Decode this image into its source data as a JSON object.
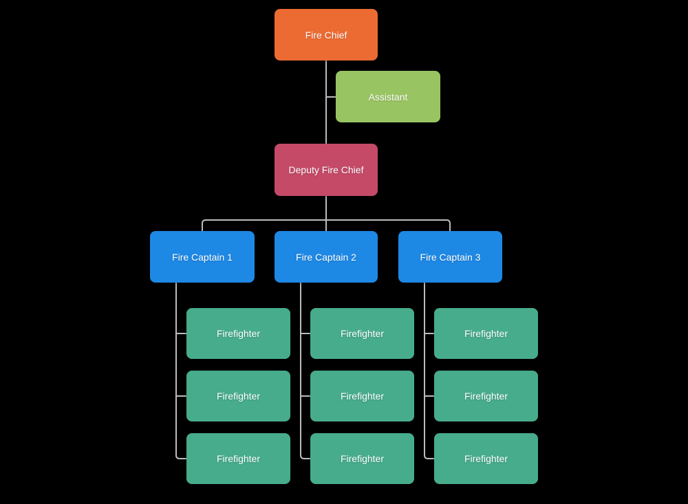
{
  "canvas": {
    "background": "#000000",
    "connector_color": "#bdbdbd"
  },
  "org": {
    "fire_chief": {
      "label": "Fire Chief",
      "color": "#ec6b33"
    },
    "assistant": {
      "label": "Assistant",
      "color": "#99c462"
    },
    "deputy_fire_chief": {
      "label": "Deputy Fire Chief",
      "color": "#c44a68"
    },
    "captain_color": "#1e88e5",
    "firefighter_color": "#47ac8c",
    "captains": [
      {
        "label": "Fire Captain 1",
        "firefighters": [
          {
            "label": "Firefighter"
          },
          {
            "label": "Firefighter"
          },
          {
            "label": "Firefighter"
          }
        ]
      },
      {
        "label": "Fire Captain 2",
        "firefighters": [
          {
            "label": "Firefighter"
          },
          {
            "label": "Firefighter"
          },
          {
            "label": "Firefighter"
          }
        ]
      },
      {
        "label": "Fire Captain 3",
        "firefighters": [
          {
            "label": "Firefighter"
          },
          {
            "label": "Firefighter"
          },
          {
            "label": "Firefighter"
          }
        ]
      }
    ]
  }
}
